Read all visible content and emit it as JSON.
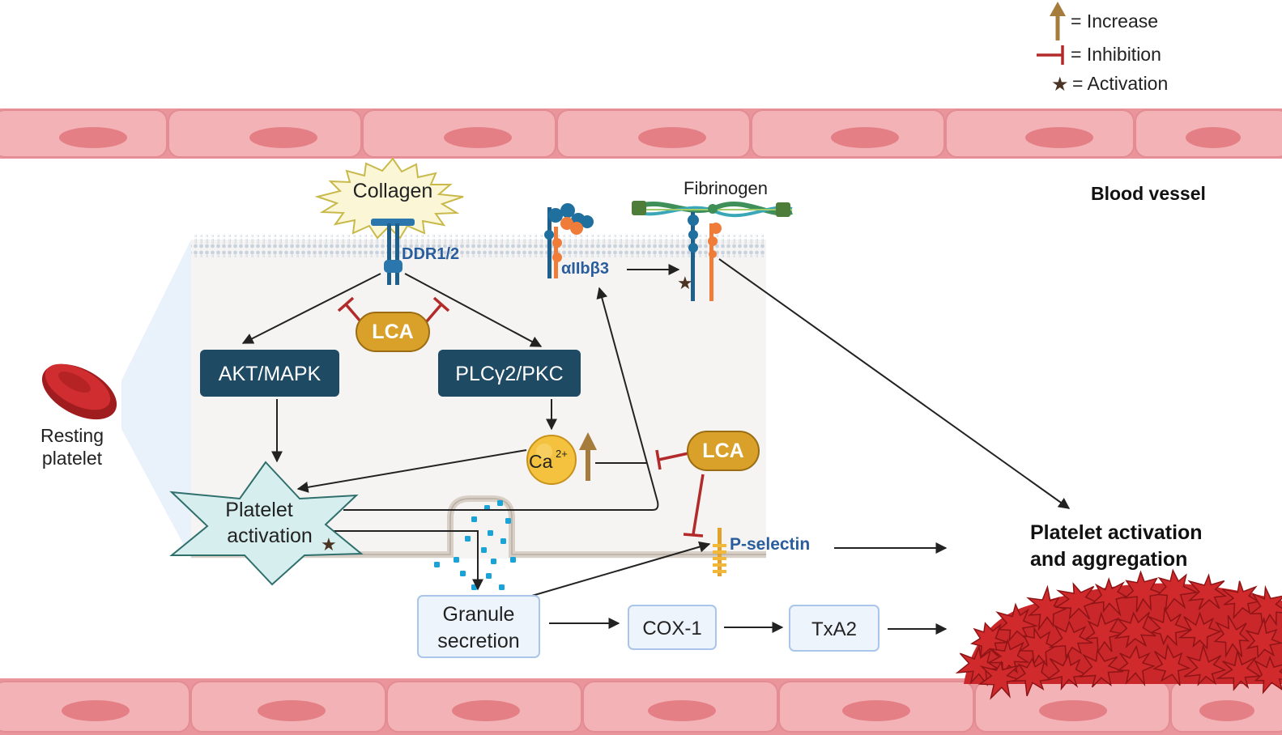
{
  "legend": {
    "increase": "= Increase",
    "inhibition": "= Inhibition",
    "activation": "= Activation"
  },
  "labels": {
    "blood_vessel": "Blood vessel",
    "collagen": "Collagen",
    "fibrinogen": "Fibrinogen",
    "ddr": "DDR1/2",
    "integrin": "αIIbβ3",
    "lca": "LCA",
    "akt_mapk": "AKT/MAPK",
    "plc_pkc": "PLCγ2/PKC",
    "calcium": "Ca",
    "calcium_charge": "2+",
    "resting_line1": "Resting",
    "resting_line2": "platelet",
    "platelet_line1": "Platelet",
    "platelet_line2": "activation",
    "granule_line1": "Granule",
    "granule_line2": "secretion",
    "p_selectin": "P-selectin",
    "cox1": "COX-1",
    "txa2": "TxA2",
    "outcome_line1": "Platelet activation",
    "outcome_line2": "and aggregation"
  },
  "colors": {
    "vessel_cell": "#f3b2b6",
    "vessel_nucleus": "#e47f86",
    "node_dark": "#1e4a64",
    "node_light_fill": "#eef4fc",
    "node_light_stroke": "#a9c6ea",
    "lca_fill": "#d9a12a",
    "inhibition": "#b22a2a",
    "increase": "#a67c3d",
    "receptor_blue": "#1f5f8b",
    "receptor_orange": "#f07c3a",
    "platelet_red": "#c9272a",
    "star_teal": "#d6efee",
    "granule_dot": "#1aa3d6"
  }
}
